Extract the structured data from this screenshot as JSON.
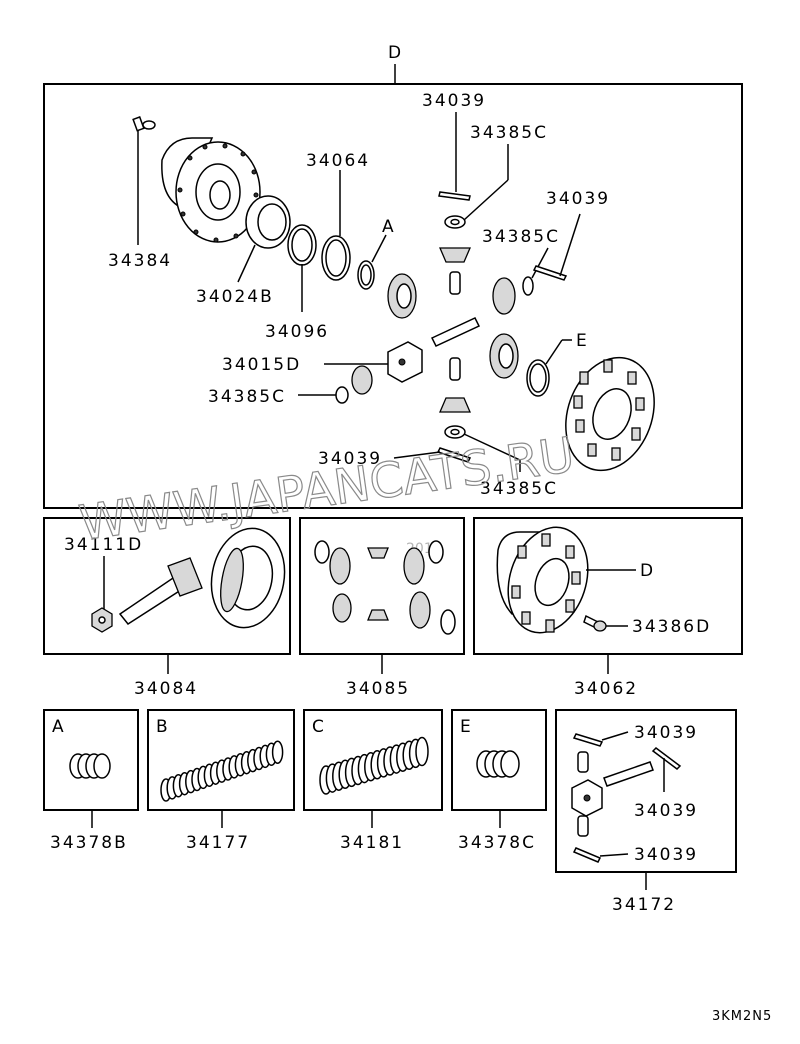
{
  "main_assembly": {
    "label": "D",
    "parts": {
      "p34384": "34384",
      "p34024b": "34024B",
      "p34064": "34064",
      "p34096": "34096",
      "pA": "A",
      "p34015d": "34015D",
      "p34385c_left": "34385C",
      "p34039_top": "34039",
      "p34385c_top": "34385C",
      "p34039_right": "34039",
      "p34385c_right": "34385C",
      "pE": "E",
      "p34039_bottom": "34039",
      "p34385c_bottom": "34385C"
    }
  },
  "sub_assemblies": {
    "box_34084": {
      "inner_label": "34111D",
      "part_number": "34084"
    },
    "box_34085": {
      "part_number": "34085"
    },
    "box_34062": {
      "inner_label": "D",
      "inner_part": "34386D",
      "part_number": "34062"
    }
  },
  "spring_kits": [
    {
      "letter": "A",
      "part_number": "34378B"
    },
    {
      "letter": "B",
      "part_number": "34177"
    },
    {
      "letter": "C",
      "part_number": "34181"
    },
    {
      "letter": "E",
      "part_number": "34378C"
    }
  ],
  "pin_kit": {
    "labels": [
      "34039",
      "34039",
      "34039"
    ],
    "part_number": "34172"
  },
  "watermark": {
    "text": "WWW.JAPANCATS.RU",
    "year": "2016"
  },
  "diagram_code": "3KM2N5"
}
